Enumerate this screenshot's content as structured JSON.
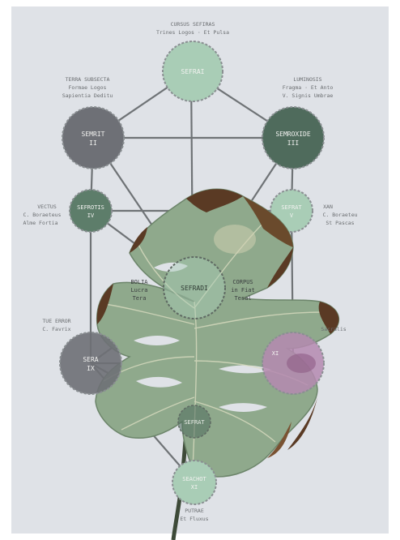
{
  "colors": {
    "paper_border": "#ffffff",
    "paper": "#dfe2e7",
    "line": "#6f7376",
    "node_light": "#a9cdb6",
    "node_dark_gray": "#6e7076",
    "node_dark_green": "#4f6b5c",
    "node_mid_green": "#5d7d6a",
    "node_lavender": "#b58ab0",
    "leaf_green": "#8fa98c",
    "leaf_brown": "#5a3a24",
    "leaf_cream": "#cfcfb0",
    "stem": "#3d4a38"
  },
  "labels": {
    "top_heading": "CURSUS SEFIRAS",
    "top_sub": "Trines Logos · Et Pulsa",
    "left_heading": "TERRA SUBSECTA",
    "left_sub_1": "Formae Logos",
    "left_sub_2": "Sapientia Deditu",
    "right_heading": "LUMINOSIS",
    "right_sub_1": "Fragma · Et Anto",
    "right_sub_2": "V. Signis Umbrae",
    "mid_left_heading": "VECTUS",
    "mid_left_sub_1": "C. Boraeteus",
    "mid_left_sub_2": "Alme Fortia",
    "mid_right_heading": "XAN",
    "mid_right_sub_1": "C. Boraeteu",
    "mid_right_sub_2": "St Pascas",
    "lower_left_heading": "TUE ERROR",
    "lower_left_sub": "C. Favrix",
    "lower_right_sub": "Sacralis",
    "bottom_sub_1": "PUTRAE",
    "bottom_sub_2": "Et Fluxus"
  },
  "nodes": {
    "top": "SEFRAI",
    "upper_left_1": "SEMRIT",
    "upper_left_2": "II",
    "upper_right_1": "SEMROXIDE",
    "upper_right_2": "III",
    "mid_left_1": "SEFROTIS",
    "mid_left_2": "IV",
    "mid_right_1": "SEFRAT",
    "mid_right_2": "V",
    "center": "SEFRADI",
    "left_side_1": "BOLIA",
    "left_side_2": "Lucra",
    "left_side_3": "Tera",
    "right_side_1": "CORPUS",
    "right_side_2": "in Fiat",
    "right_side_3": "Tesal",
    "lower_left_1": "SERA",
    "lower_left_2": "IX",
    "lower_right": "XI",
    "lower_center": "SEFRAT",
    "bottom_1": "SEACHOT",
    "bottom_2": "XI"
  }
}
